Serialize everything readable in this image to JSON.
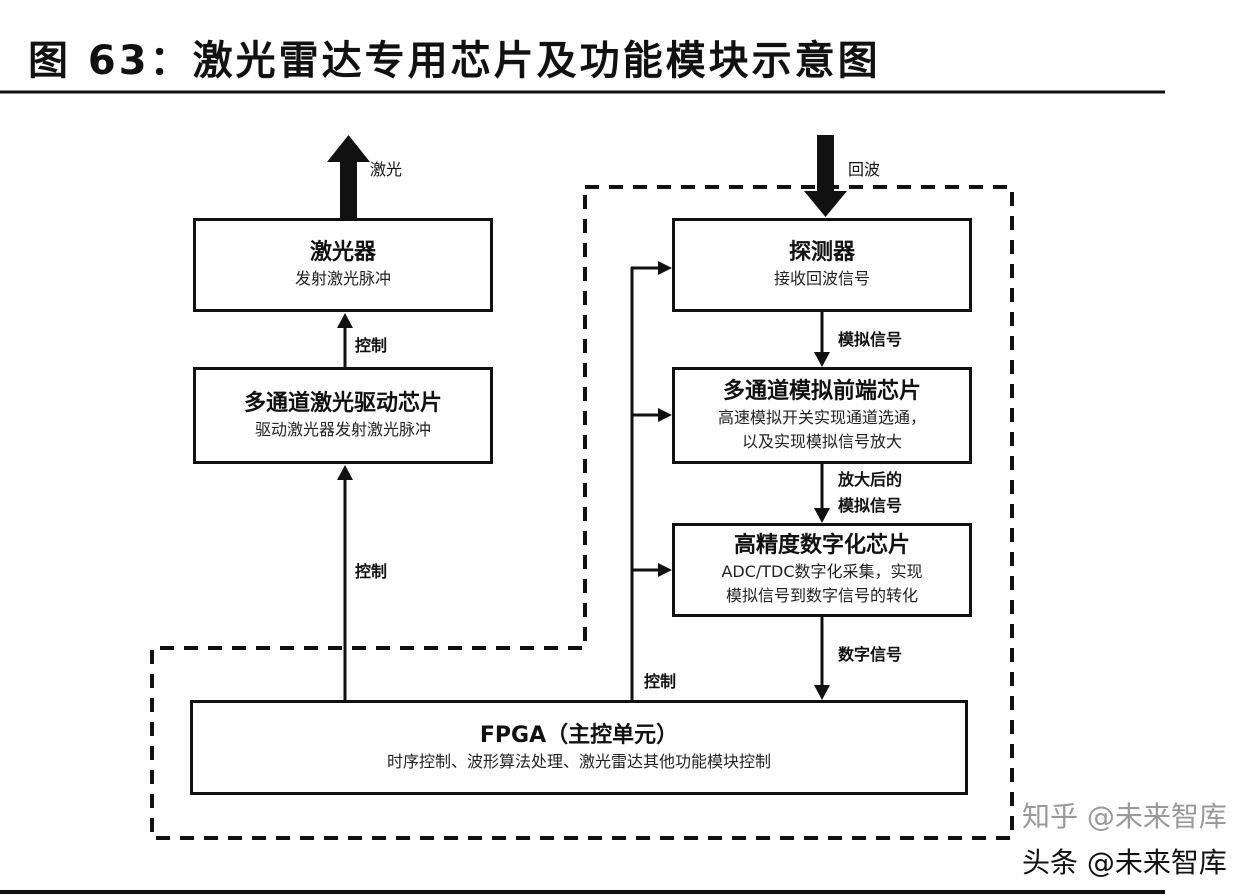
{
  "title": "图 63：激光雷达专用芯片及功能模块示意图",
  "laser": {
    "title": "激光器",
    "subtitle": "发射激光脉冲",
    "output_label": "激光"
  },
  "driver": {
    "title": "多通道激光驱动芯片",
    "subtitle": "驱动激光器发射激光脉冲"
  },
  "detector": {
    "title": "探测器",
    "subtitle": "接收回波信号",
    "input_label": "回波"
  },
  "afe": {
    "title": "多通道模拟前端芯片",
    "subtitle_1": "高速模拟开关实现通道选通，",
    "subtitle_2": "以及实现模拟信号放大"
  },
  "adc": {
    "title": "高精度数字化芯片",
    "subtitle_1": "ADC/TDC数字化采集，实现",
    "subtitle_2": "模拟信号到数字信号的转化"
  },
  "fpga": {
    "title": "FPGA（主控单元）",
    "subtitle": "时序控制、波形算法处理、激光雷达其他功能模块控制"
  },
  "labels": {
    "control_1": "控制",
    "control_2": "控制",
    "control_3": "控制",
    "analog_signal": "模拟信号",
    "amplified_1": "放大后的",
    "amplified_2": "模拟信号",
    "digital_signal": "数字信号"
  },
  "watermarks": {
    "zhihu": "知乎 @未来智库",
    "toutiao": "头条 @未来智库"
  }
}
